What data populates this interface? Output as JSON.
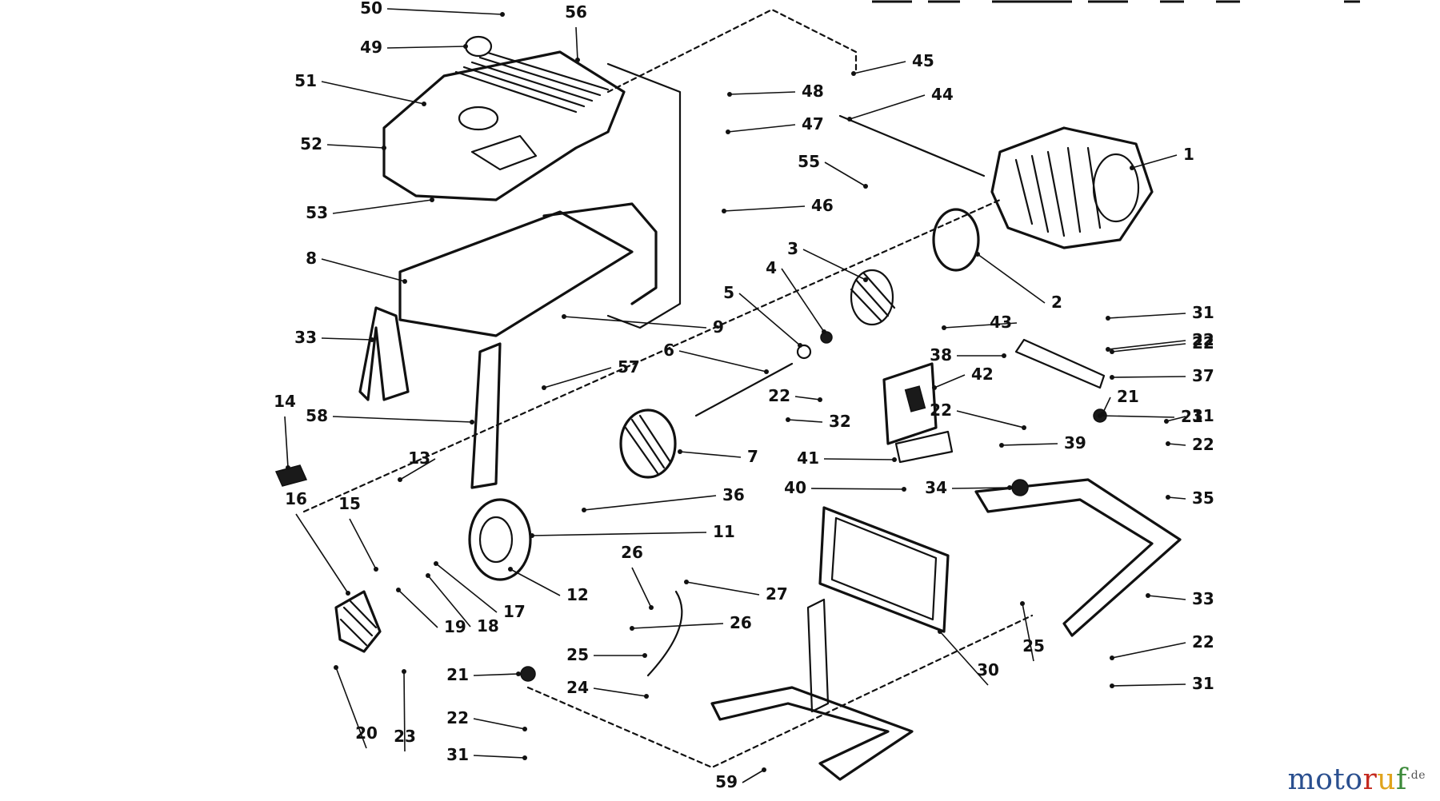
{
  "labels": [
    "1",
    "2",
    "3",
    "4",
    "5",
    "6",
    "7",
    "8",
    "9",
    "11",
    "12",
    "13",
    "14",
    "15",
    "16",
    "17",
    "18",
    "19",
    "20",
    "21",
    "21",
    "21",
    "22",
    "22",
    "22",
    "22",
    "22",
    "22",
    "22",
    "23",
    "24",
    "25",
    "25",
    "26",
    "26",
    "27",
    "30",
    "31",
    "31",
    "31",
    "31",
    "32",
    "33",
    "33",
    "34",
    "35",
    "36",
    "37",
    "38",
    "39",
    "40",
    "41",
    "42",
    "43",
    "44",
    "45",
    "46",
    "47",
    "48",
    "49",
    "50",
    "51",
    "52",
    "53",
    "55",
    "56",
    "57",
    "58",
    "59"
  ],
  "watermark": {
    "parts": [
      "moto",
      "r",
      "u",
      "f"
    ],
    "colors": [
      "#2a4f8f",
      "#c4281e",
      "#e0a41c",
      "#3c8a3a"
    ],
    "suffix": ".de"
  }
}
